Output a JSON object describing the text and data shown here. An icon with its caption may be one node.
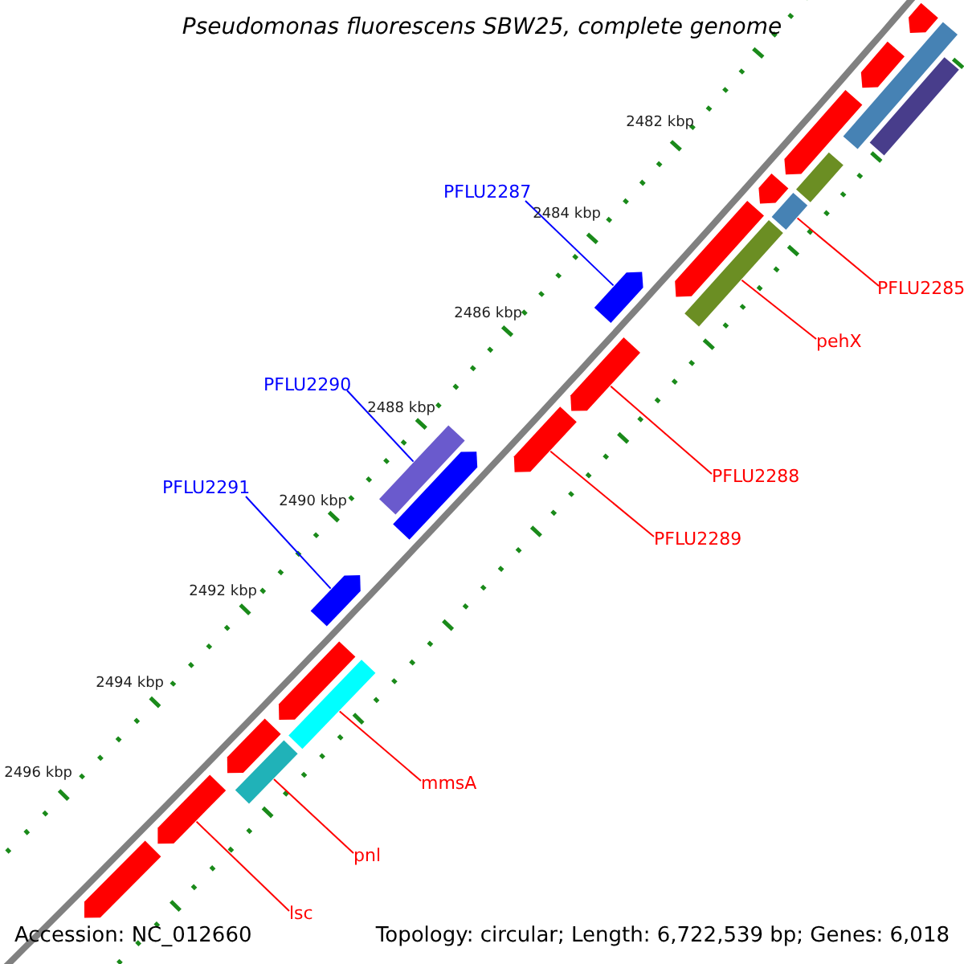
{
  "diagram": {
    "title": "Pseudomonas fluorescens SBW25, complete genome",
    "nodes": [
      {
        "text": [
          "PFLU2287"
        ]
      },
      {
        "text": [
          "PFLU2285"
        ]
      },
      {
        "text": [
          "pehX"
        ]
      },
      {
        "text": [
          "PFLU2290"
        ]
      },
      {
        "text": [
          "PFLU2291"
        ]
      },
      {
        "text": [
          "PFLU2288"
        ]
      },
      {
        "text": [
          "PFLU2289"
        ]
      },
      {
        "text": [
          "mmsA"
        ]
      },
      {
        "text": [
          "pnl"
        ]
      },
      {
        "text": [
          "lsc"
        ]
      },
      {
        "text": [],
        "shape": "bar"
      },
      {
        "text": [],
        "shape": "bar"
      },
      {
        "text": [],
        "shape": "bar"
      },
      {
        "text": [],
        "shape": "bar"
      },
      {
        "text": [],
        "shape": "bar"
      },
      {
        "text": [],
        "shape": "bar"
      },
      {
        "text": [],
        "shape": "bar"
      },
      {
        "text": [],
        "shape": "bar"
      },
      {
        "text": [],
        "shape": "bar"
      },
      {
        "text": [],
        "shape": "bar"
      },
      {
        "text": [],
        "shape": "bar"
      },
      {
        "text": [],
        "shape": "bar"
      },
      {
        "text": [],
        "shape": "bar"
      },
      {
        "text": [],
        "shape": "bar"
      },
      {
        "text": [],
        "shape": "bar"
      },
      {
        "text": [],
        "shape": "bar"
      },
      {
        "text": [],
        "shape": "bar"
      },
      {
        "text": [],
        "shape": "bar"
      },
      {
        "text": [],
        "shape": "bar"
      },
      {
        "text": [],
        "shape": "bar"
      },
      {
        "text": [],
        "shape": "bar"
      },
      {
        "text": [],
        "shape": "bar"
      }
    ],
    "edges": [
      {
        "from": 0,
        "to": 20,
        "arrow": "none",
        "color": "#0000ff"
      },
      {
        "from": 1,
        "to": 17,
        "arrow": "none"
      },
      {
        "from": 2,
        "to": 19,
        "arrow": "none"
      },
      {
        "from": 3,
        "to": 23,
        "arrow": "none",
        "color": "#0000ff"
      },
      {
        "from": 4,
        "to": 25,
        "arrow": "none",
        "color": "#0000ff"
      },
      {
        "from": 5,
        "to": 21,
        "arrow": "none"
      },
      {
        "from": 6,
        "to": 22,
        "arrow": "none"
      },
      {
        "from": 7,
        "to": 27,
        "arrow": "none"
      },
      {
        "from": 8,
        "to": 29,
        "arrow": "none"
      },
      {
        "from": 9,
        "to": 30,
        "arrow": "none"
      }
    ],
    "labels": [
      "2482 kbp",
      "2484 kbp",
      "2486 kbp",
      "2488 kbp",
      "2490 kbp",
      "2492 kbp",
      "2494 kbp",
      "2496 kbp",
      "Accession: NC_012660",
      "Topology: circular; Length: 6,722,539 bp; Genes: 6,018"
    ]
  }
}
